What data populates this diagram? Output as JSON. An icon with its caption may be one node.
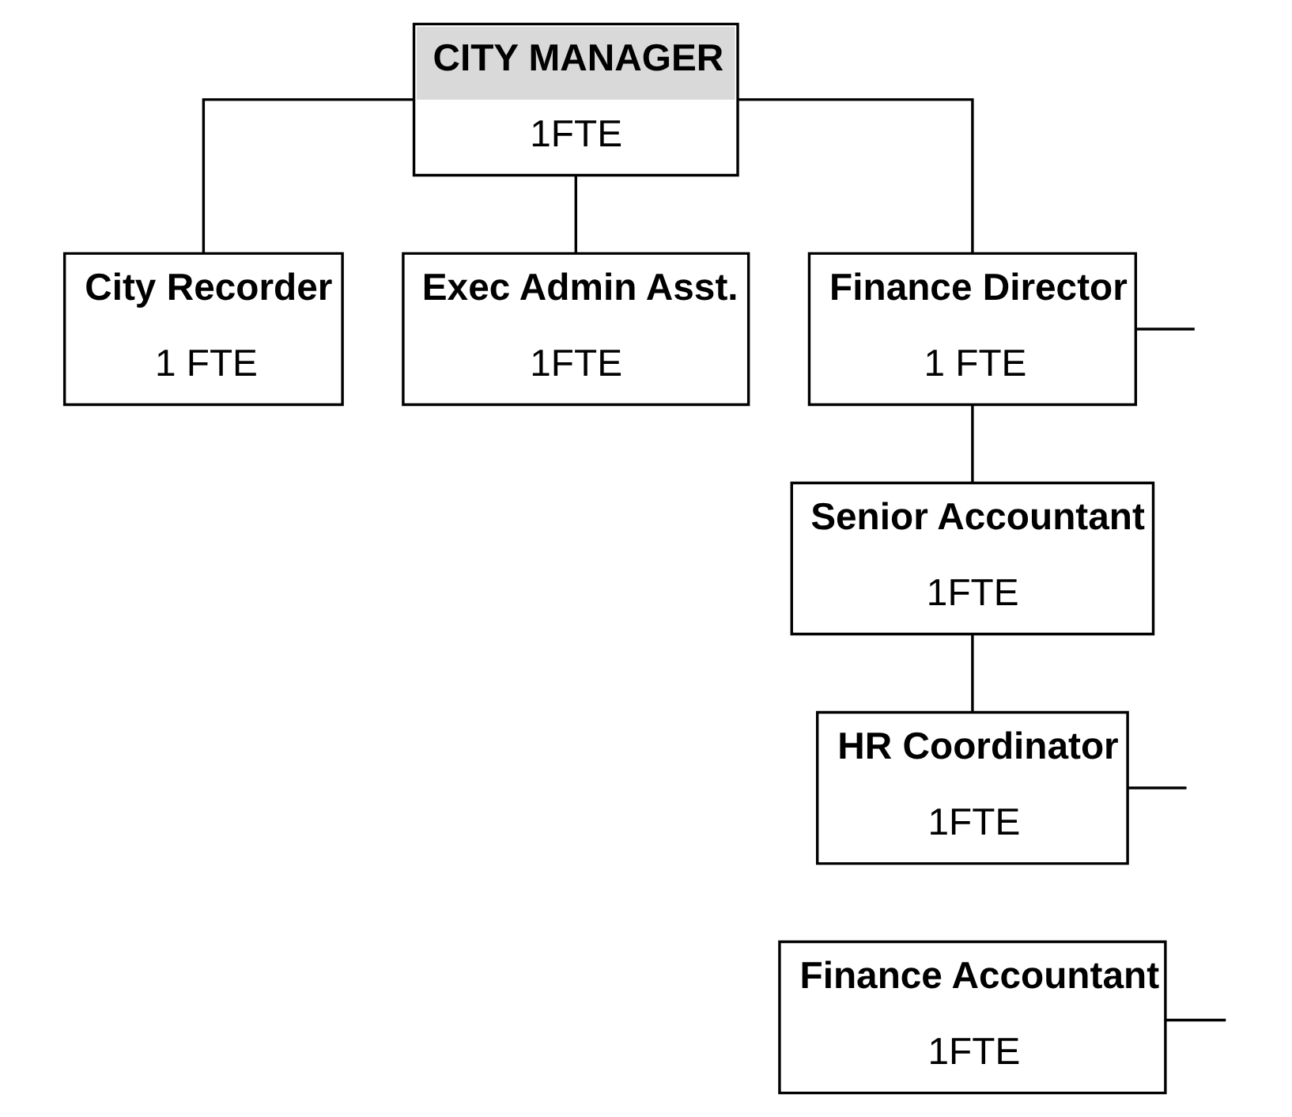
{
  "diagram": {
    "nodes": [
      {
        "text": [
          "CITY MANAGER",
          "1FTE"
        ]
      },
      {
        "text": [
          "City Recorder",
          "1 FTE"
        ]
      },
      {
        "text": [
          "Exec Admin Asst.",
          "1FTE"
        ]
      },
      {
        "text": [
          "Finance Director",
          "1 FTE"
        ]
      },
      {
        "text": [
          "Senior Accountant",
          "1FTE"
        ]
      },
      {
        "text": [
          "HR Coordinator",
          "1FTE"
        ]
      },
      {
        "text": [
          "Finance Accountant",
          "1FTE"
        ]
      }
    ],
    "edges": [
      {
        "from": 0,
        "to": 1,
        "arrow": "none"
      },
      {
        "from": 0,
        "to": 2,
        "arrow": "none"
      },
      {
        "from": 0,
        "to": 3,
        "arrow": "none"
      },
      {
        "from": 3,
        "to": 4,
        "arrow": "none"
      },
      {
        "from": 4,
        "to": 5,
        "arrow": "none"
      },
      {
        "from": 3,
        "to": null,
        "arrow": "none"
      },
      {
        "from": 5,
        "to": null,
        "arrow": "none"
      },
      {
        "from": 6,
        "to": null,
        "arrow": "none"
      }
    ]
  }
}
